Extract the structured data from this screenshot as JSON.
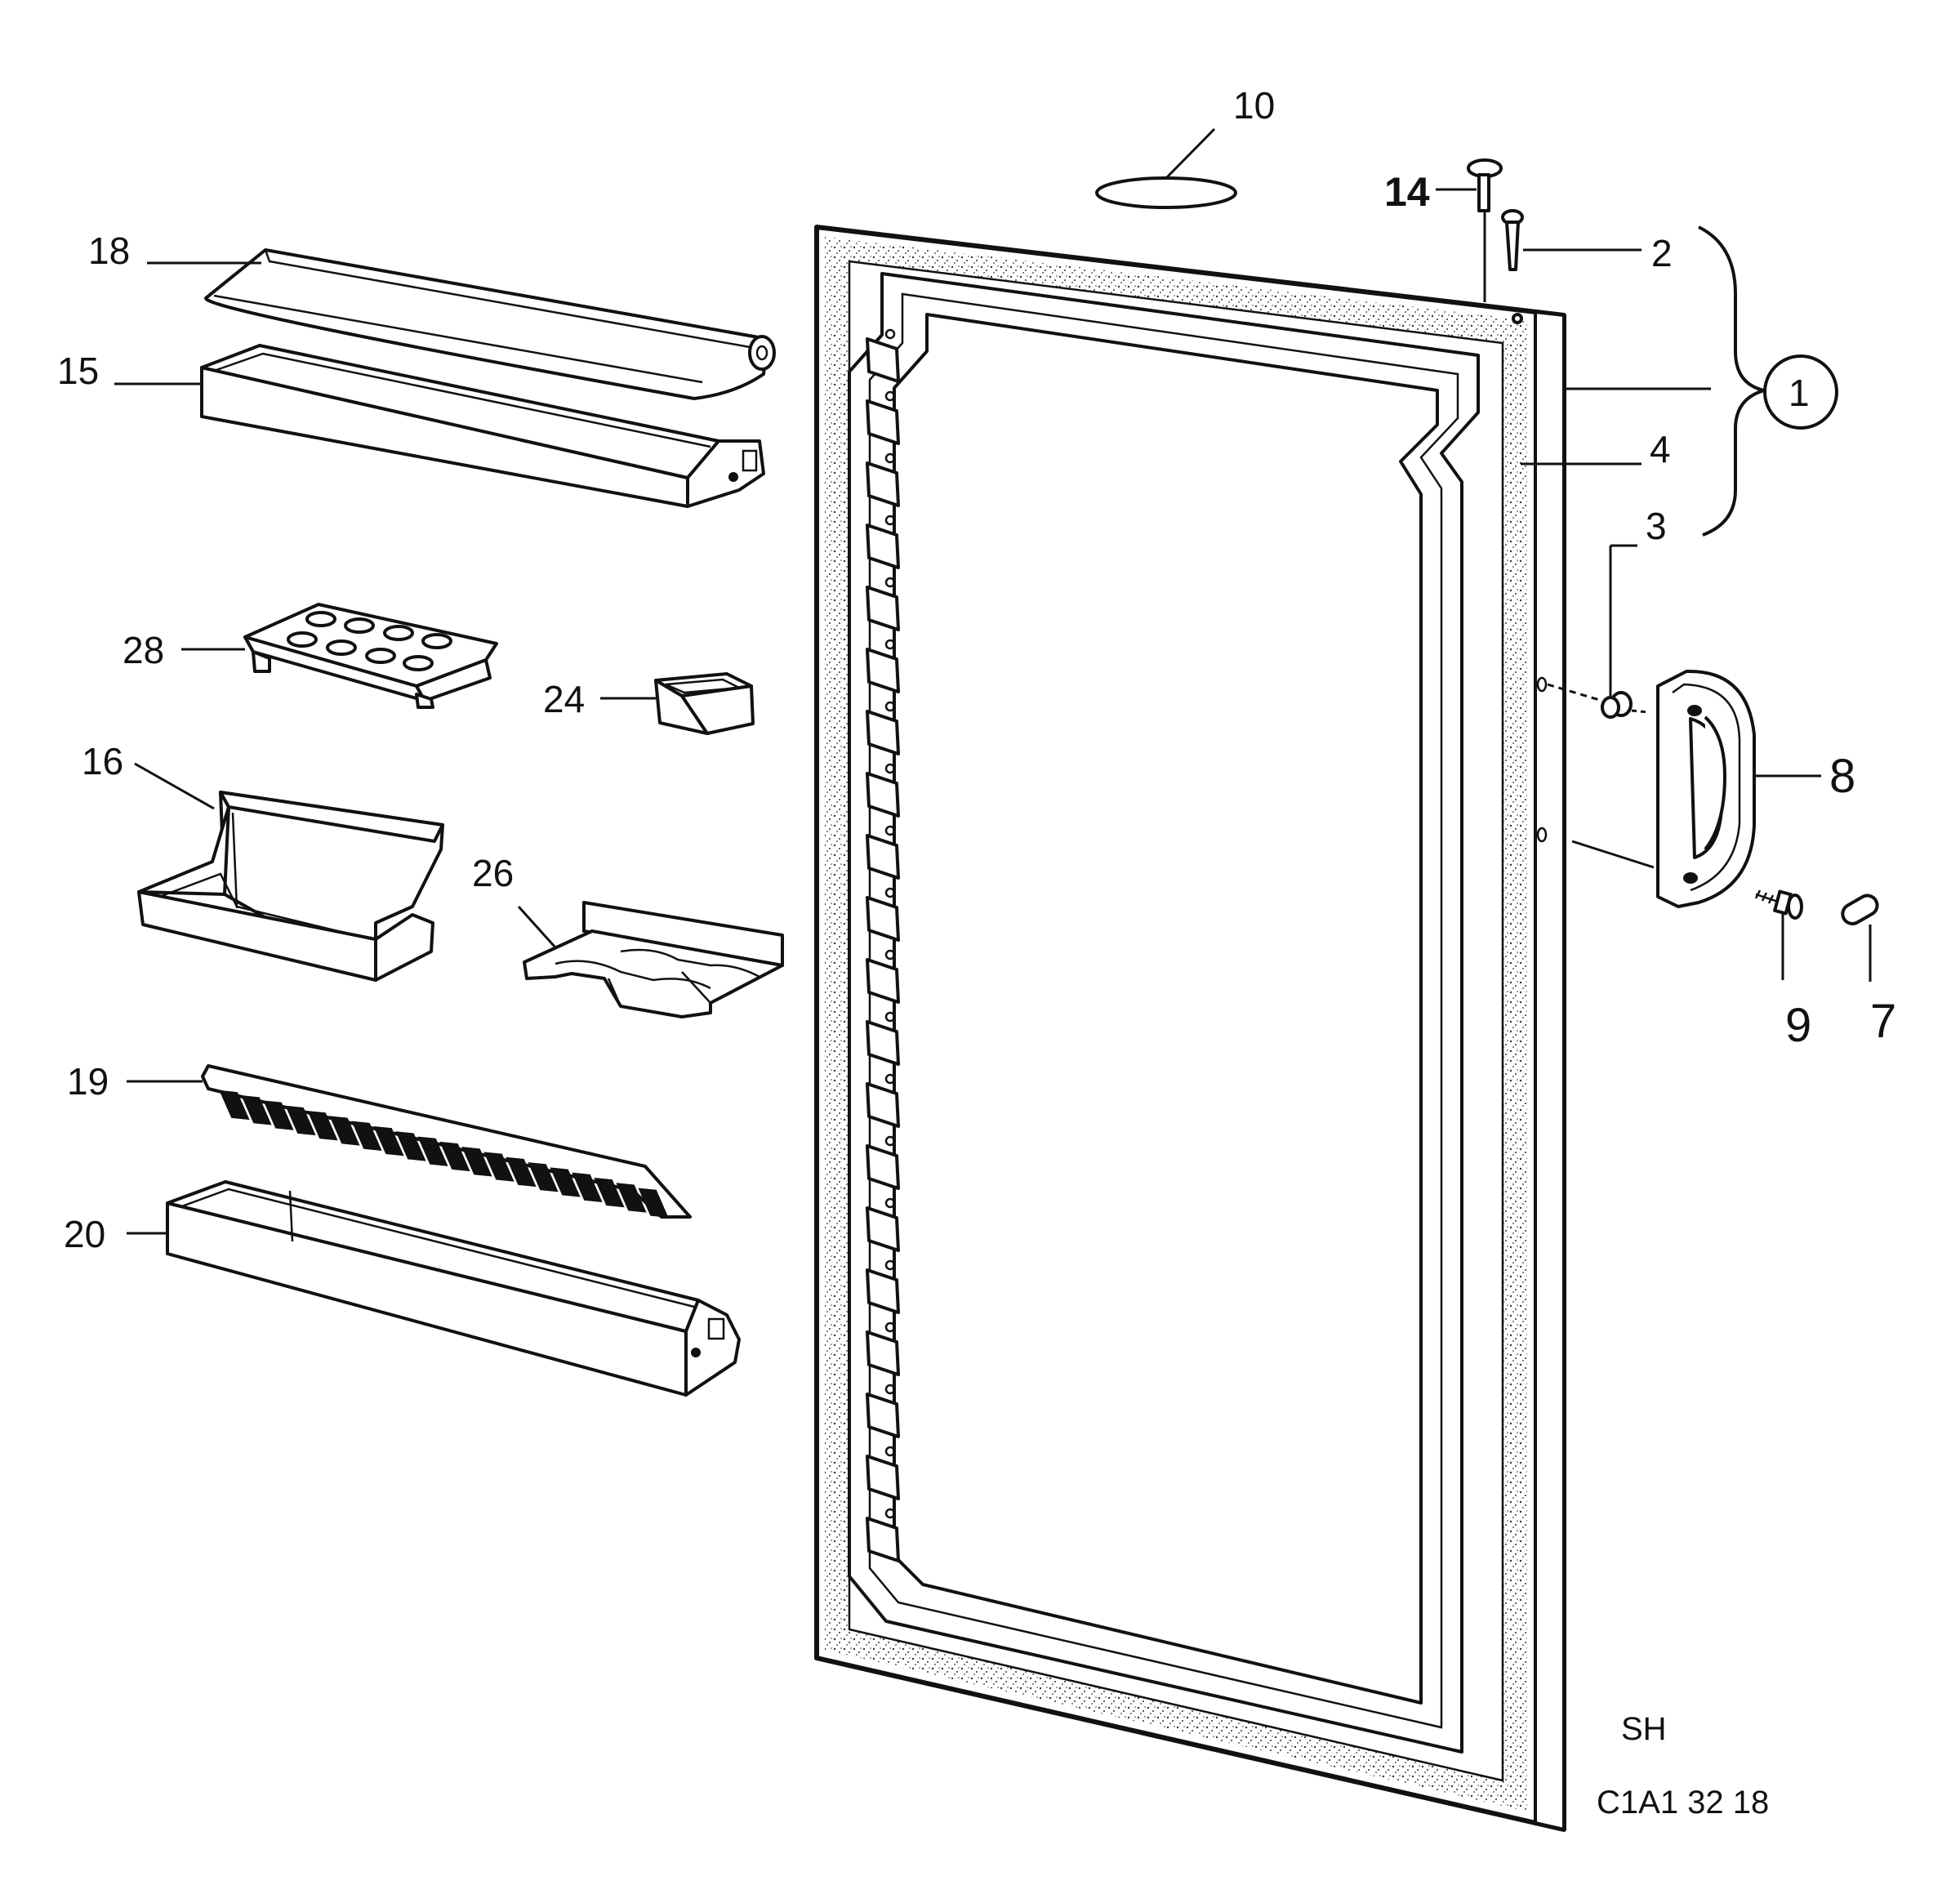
{
  "labels": {
    "p1": "1",
    "p2": "2",
    "p3": "3",
    "p4": "4",
    "p7": "7",
    "p8": "8",
    "p9": "9",
    "p10": "10",
    "p14": "14",
    "p15": "15",
    "p16": "16",
    "p18": "18",
    "p19": "19",
    "p20": "20",
    "p24": "24",
    "p26": "26",
    "p28": "28"
  },
  "stamp": {
    "series": "SH",
    "code": "C1A1 32 18"
  }
}
